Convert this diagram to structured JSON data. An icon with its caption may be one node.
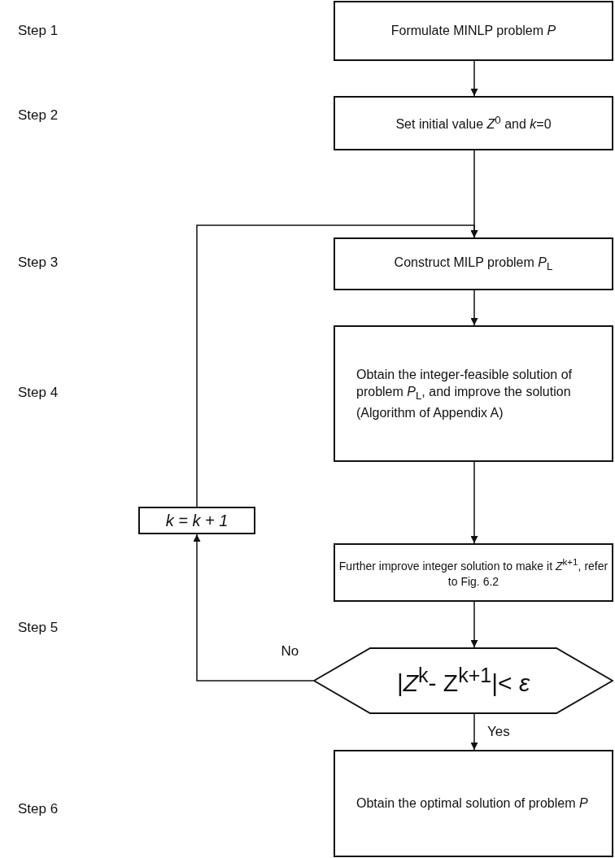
{
  "diagram": {
    "nodes": [
      {
        "text": [
          "Formulate MINLP problem *P*"
        ]
      },
      {
        "text": [
          "Set initial value *Z*$^{0}$ and *k*=0"
        ]
      },
      {
        "text": [
          "Construct MILP problem *P*$_{L}$"
        ]
      },
      {
        "text": [
          "Obtain the integer-feasible solution of problem *P*$_{L}$, and improve the solution (Algorithm of Appendix A)"
        ]
      },
      {
        "text": [
          "Further improve integer solution to make it *Z*$^{k+1}$, refer to Fig. 6.2"
        ]
      },
      {
        "text": [
          "|*Z*$^{k}$- Z$^{k+1}$|< *ε*"
        ]
      },
      {
        "text": [
          "Obtain the optimal solution of problem *P*"
        ]
      },
      {
        "text": [
          "k = k + 1"
        ]
      }
    ],
    "edges": [
      {
        "from": 0,
        "to": 1,
        "arrow": "to"
      },
      {
        "from": 1,
        "to": 2,
        "arrow": "to"
      },
      {
        "from": 2,
        "to": 3,
        "arrow": "to"
      },
      {
        "from": 3,
        "to": 4,
        "arrow": "to"
      },
      {
        "from": 4,
        "to": 5,
        "arrow": "to"
      },
      {
        "from": 5,
        "to": 6,
        "arrow": "to",
        "label": "Yes"
      },
      {
        "from": 5,
        "to": 7,
        "arrow": "to",
        "label": "No"
      },
      {
        "from": 7,
        "to": 2,
        "arrow": "to"
      }
    ],
    "labels": [
      "Step 1",
      "Step 2",
      "Step 3",
      "Step 4",
      "Step 5",
      "Step 6"
    ]
  }
}
